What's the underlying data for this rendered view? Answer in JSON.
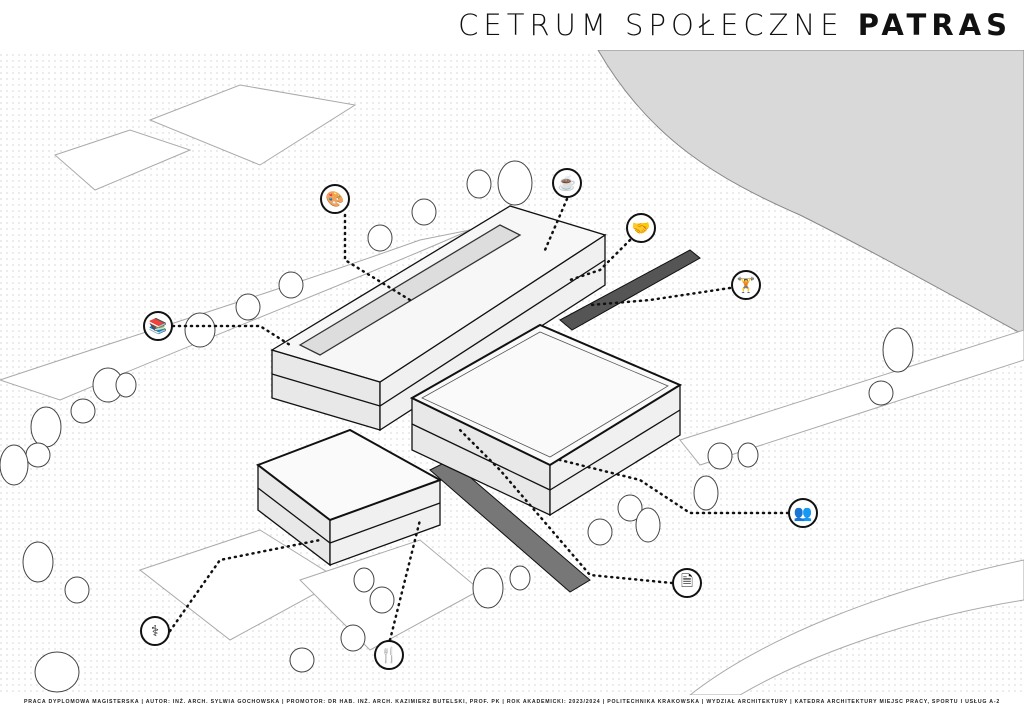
{
  "header": {
    "title_light": "CETRUM SPOŁECZNE ",
    "title_bold": "PATRAS"
  },
  "footer": {
    "text": "PRACA DYPLOMOWA MAGISTERSKA | AUTOR: INŻ. ARCH. SYLWIA GOCHOWSKA | PROMOTOR: DR HAB. INŻ. ARCH. KAZIMIERZ BUTELSKI, PROF. PK | ROK AKADEMICKI: 2023/2024 | POLITECHNIKA KRAKOWSKA | WYDZIAŁ ARCHITEKTURY | KATEDRA ARCHITEKTURY MIEJSC PRACY, SPORTU I USŁUG A-2"
  },
  "function_icons": [
    {
      "name": "palette-icon",
      "glyph": "🎨"
    },
    {
      "name": "coffee-icon",
      "glyph": "☕"
    },
    {
      "name": "handshake-icon",
      "glyph": "🤝"
    },
    {
      "name": "dumbbell-icon",
      "glyph": "🏋"
    },
    {
      "name": "books-icon",
      "glyph": "📚"
    },
    {
      "name": "people-icon",
      "glyph": "👥"
    },
    {
      "name": "document-icon",
      "glyph": "🗎"
    },
    {
      "name": "stethoscope-icon",
      "glyph": "⚕"
    },
    {
      "name": "fork-knife-icon",
      "glyph": "🍴"
    }
  ],
  "colors": {
    "water": "#d9d9d9",
    "line": "#111111",
    "roof": "#f7f7f7"
  }
}
